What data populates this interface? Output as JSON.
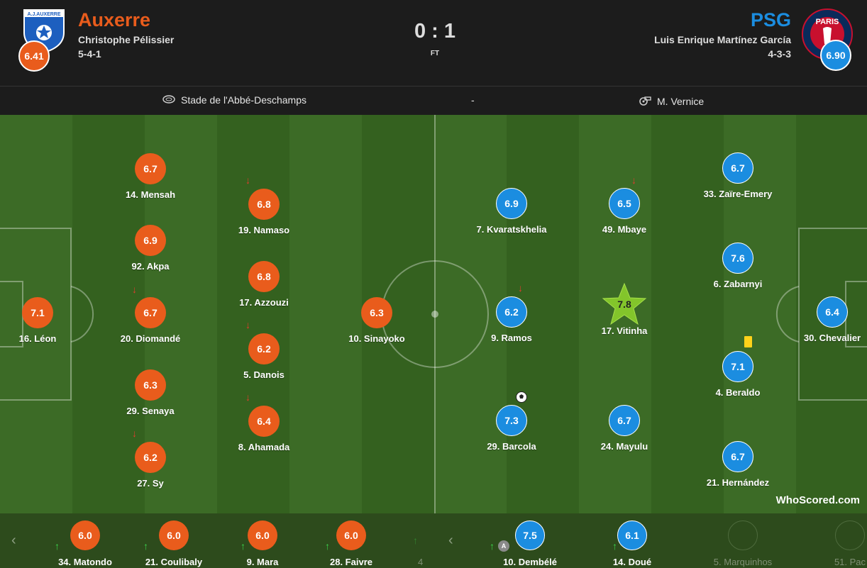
{
  "match": {
    "home": {
      "name": "Auxerre",
      "coach": "Christophe Pélissier",
      "formation": "5-4-1",
      "rating": "6.41",
      "crest_text": "A.J.AUXERRE",
      "color": "#e95c1c"
    },
    "away": {
      "name": "PSG",
      "coach": "Luis Enrique Martínez García",
      "formation": "4-3-3",
      "rating": "6.90",
      "crest_text": "PARIS",
      "color": "#1b8de0"
    },
    "score": "0 : 1",
    "status": "FT"
  },
  "info": {
    "stadium": "Stade de l'Abbé-Deschamps",
    "separator": "-",
    "referee": "M. Vernice"
  },
  "home_players": [
    {
      "rating": "6.7",
      "name": "14. Mensah"
    },
    {
      "rating": "6.8",
      "name": "19. Namaso"
    },
    {
      "rating": "6.9",
      "name": "92. Akpa"
    },
    {
      "rating": "6.8",
      "name": "17. Azzouzi"
    },
    {
      "rating": "7.1",
      "name": "16. Léon"
    },
    {
      "rating": "6.7",
      "name": "20. Diomandé"
    },
    {
      "rating": "6.3",
      "name": "10. Sinayoko"
    },
    {
      "rating": "6.2",
      "name": "5. Danois"
    },
    {
      "rating": "6.3",
      "name": "29. Senaya"
    },
    {
      "rating": "6.4",
      "name": "8. Ahamada"
    },
    {
      "rating": "6.2",
      "name": "27. Sy"
    }
  ],
  "away_players": [
    {
      "rating": "6.7",
      "name": "33. Zaïre-Emery"
    },
    {
      "rating": "6.9",
      "name": "7. Kvaratskhelia"
    },
    {
      "rating": "6.5",
      "name": "49. Mbaye"
    },
    {
      "rating": "7.6",
      "name": "6. Zabarnyi"
    },
    {
      "rating": "6.2",
      "name": "9. Ramos"
    },
    {
      "rating": "7.8",
      "name": "17. Vitinha"
    },
    {
      "rating": "6.4",
      "name": "30. Chevalier"
    },
    {
      "rating": "7.1",
      "name": "4. Beraldo"
    },
    {
      "rating": "7.3",
      "name": "29. Barcola"
    },
    {
      "rating": "6.7",
      "name": "24. Mayulu"
    },
    {
      "rating": "6.7",
      "name": "21. Hernández"
    }
  ],
  "brand": "WhoScored.com",
  "subs": {
    "home": [
      {
        "rating": "6.0",
        "name": "34. Matondo"
      },
      {
        "rating": "6.0",
        "name": "21. Coulibaly"
      },
      {
        "rating": "6.0",
        "name": "9. Mara"
      },
      {
        "rating": "6.0",
        "name": "28. Faivre"
      }
    ],
    "home_partial": "4",
    "away": [
      {
        "rating": "7.5",
        "name": "10. Dembélé",
        "badge": "A"
      },
      {
        "rating": "6.1",
        "name": "14. Doué"
      },
      {
        "rating": "",
        "name": "5. Marquinhos"
      },
      {
        "rating": "",
        "name": "51. Pac"
      }
    ]
  },
  "icons": {
    "stadium": "stadium-icon",
    "referee": "whistle-icon",
    "subbed_off": "red-down-arrow-icon",
    "subbed_on": "green-up-arrow-icon",
    "motm": "star-icon",
    "goal": "ball-icon",
    "yellow_card": "yellow-card-icon"
  }
}
